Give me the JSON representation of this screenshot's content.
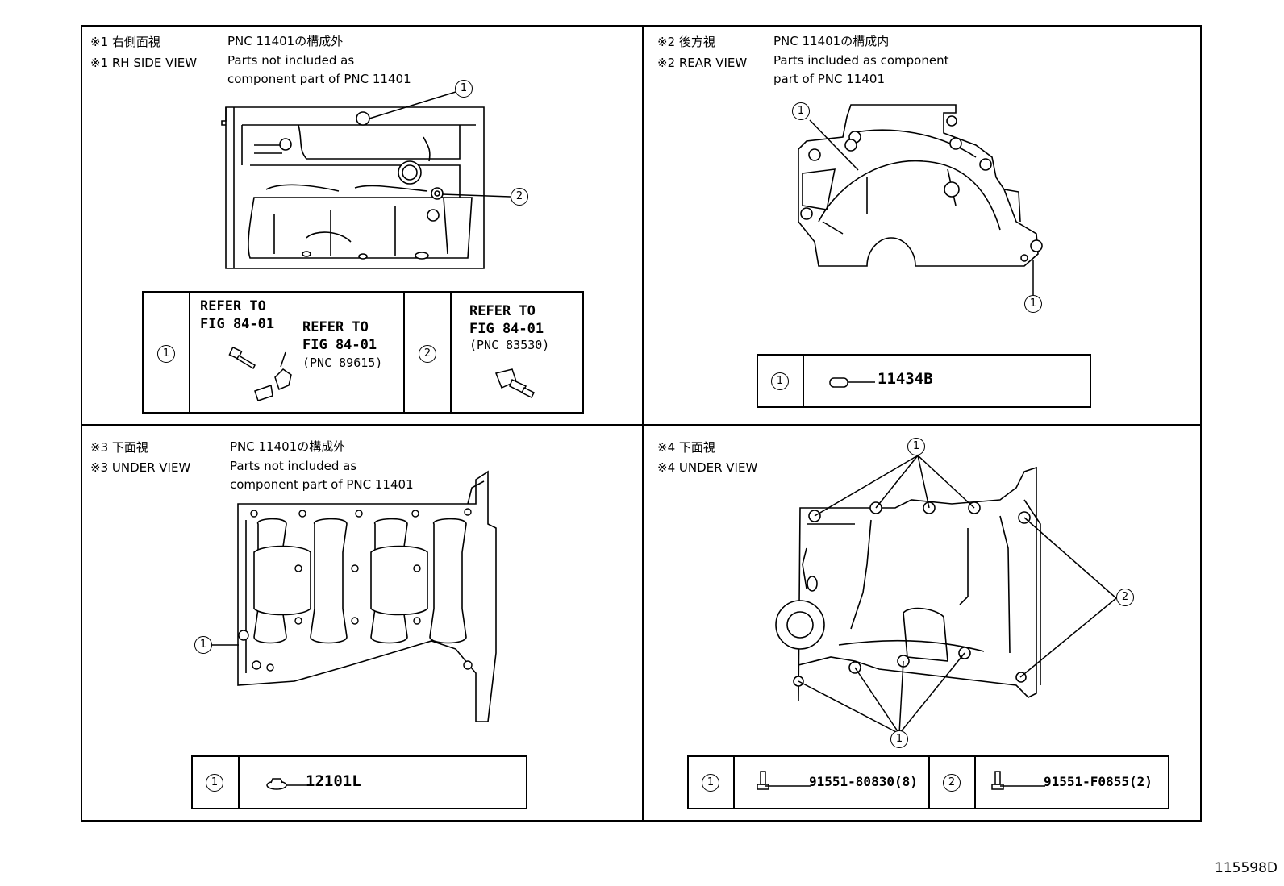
{
  "panels": {
    "rh_side": {
      "title_jp": "※1 右側面視",
      "title_en": "※1 RH SIDE VIEW",
      "note": [
        "PNC 11401の構成外",
        "Parts not included as",
        "component part of PNC 11401"
      ],
      "callouts": [
        "1",
        "2"
      ],
      "legend": [
        {
          "num": "1",
          "refer_lines": [
            "REFER TO",
            "FIG 84-01"
          ],
          "refer2_lines": [
            "REFER TO",
            "FIG 84-01"
          ],
          "pnc": "(PNC 89615)"
        },
        {
          "num": "2",
          "refer_lines": [
            "REFER TO",
            "FIG 84-01"
          ],
          "pnc": "(PNC 83530)"
        }
      ]
    },
    "rear": {
      "title_jp": "※2 後方視",
      "title_en": "※2 REAR VIEW",
      "note": [
        "PNC 11401の構成内",
        "Parts included as component",
        "part of PNC 11401"
      ],
      "callouts": [
        "1",
        "1"
      ],
      "legend": [
        {
          "num": "1",
          "part": "11434B"
        }
      ]
    },
    "under3": {
      "title_jp": "※3 下面視",
      "title_en": "※3 UNDER VIEW",
      "note": [
        "PNC 11401の構成外",
        "Parts not included as",
        "component part of PNC 11401"
      ],
      "callouts": [
        "1"
      ],
      "legend": [
        {
          "num": "1",
          "part": "12101L"
        }
      ]
    },
    "under4": {
      "title_jp": "※4 下面視",
      "title_en": "※4 UNDER VIEW",
      "callouts": [
        "1",
        "2",
        "1"
      ],
      "legend": [
        {
          "num": "1",
          "part": "91551-80830(8)"
        },
        {
          "num": "2",
          "part": "91551-F0855(2)"
        }
      ]
    }
  },
  "footer": {
    "code": "115598D"
  }
}
